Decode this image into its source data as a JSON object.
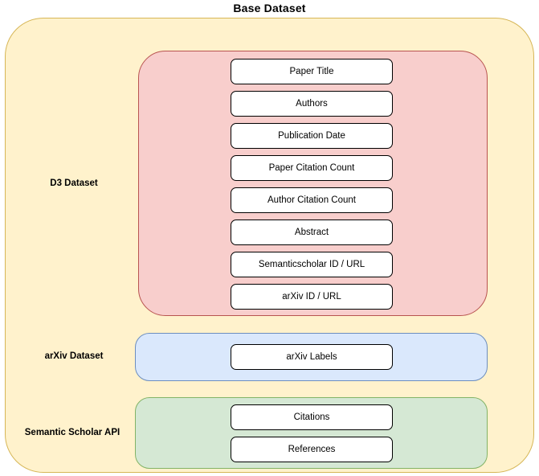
{
  "title": "Base Dataset",
  "colors": {
    "outer_fill": "#fff2cc",
    "outer_stroke": "#d6b656",
    "d3_fill": "#f8cecc",
    "d3_stroke": "#b85450",
    "arxiv_fill": "#dae8fc",
    "arxiv_stroke": "#6c8ebf",
    "semantic_fill": "#d5e8d4",
    "semantic_stroke": "#82b366",
    "box_fill": "#ffffff",
    "box_stroke": "#000000",
    "text": "#000000"
  },
  "sections": [
    {
      "label": "D3 Dataset",
      "fields": [
        "Paper Title",
        "Authors",
        "Publication Date",
        "Paper Citation Count",
        "Author Citation Count",
        "Abstract",
        "Semanticscholar ID / URL",
        "arXiv ID / URL"
      ]
    },
    {
      "label": "arXiv Dataset",
      "fields": [
        "arXiv Labels"
      ]
    },
    {
      "label": "Semantic Scholar API",
      "fields": [
        "Citations",
        "References"
      ]
    }
  ]
}
